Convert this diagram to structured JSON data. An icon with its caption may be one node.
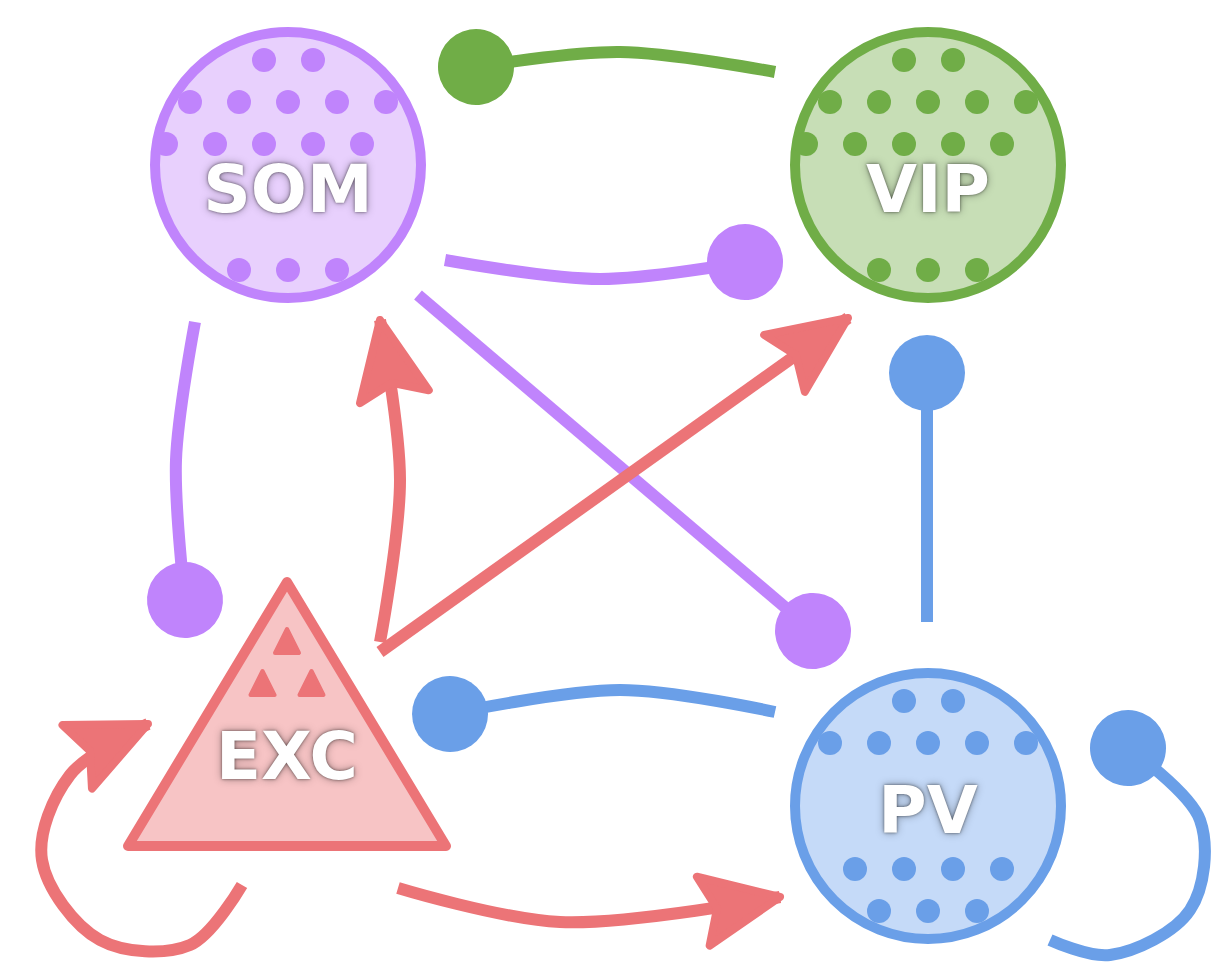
{
  "diagram": {
    "nodes": [
      {
        "text": [
          "SOM"
        ]
      },
      {
        "text": [
          "VIP"
        ]
      },
      {
        "text": [
          "EXC"
        ]
      },
      {
        "text": [
          "PV"
        ]
      }
    ],
    "edges": [
      {
        "from": 0,
        "to": 1,
        "arrow": "other",
        "color": "#c084fc"
      },
      {
        "from": 1,
        "to": 0,
        "arrow": "other",
        "color": "#70ad47"
      },
      {
        "from": 0,
        "to": 2,
        "arrow": "other",
        "color": "#c084fc"
      },
      {
        "from": 0,
        "to": 3,
        "arrow": "other",
        "color": "#c084fc"
      },
      {
        "from": 2,
        "to": 0,
        "arrow": "to",
        "color": "#ec7477"
      },
      {
        "from": 2,
        "to": 1,
        "arrow": "to",
        "color": "#ec7477"
      },
      {
        "from": 3,
        "to": 1,
        "arrow": "other",
        "color": "#6a9fe8"
      },
      {
        "from": 3,
        "to": 2,
        "arrow": "other",
        "color": "#6a9fe8"
      },
      {
        "from": 2,
        "to": 3,
        "arrow": "to",
        "color": "#ec7477"
      },
      {
        "from": 2,
        "to": 2,
        "arrow": "to",
        "color": "#ec7477"
      },
      {
        "from": 3,
        "to": 3,
        "arrow": "other",
        "color": "#6a9fe8"
      }
    ]
  }
}
